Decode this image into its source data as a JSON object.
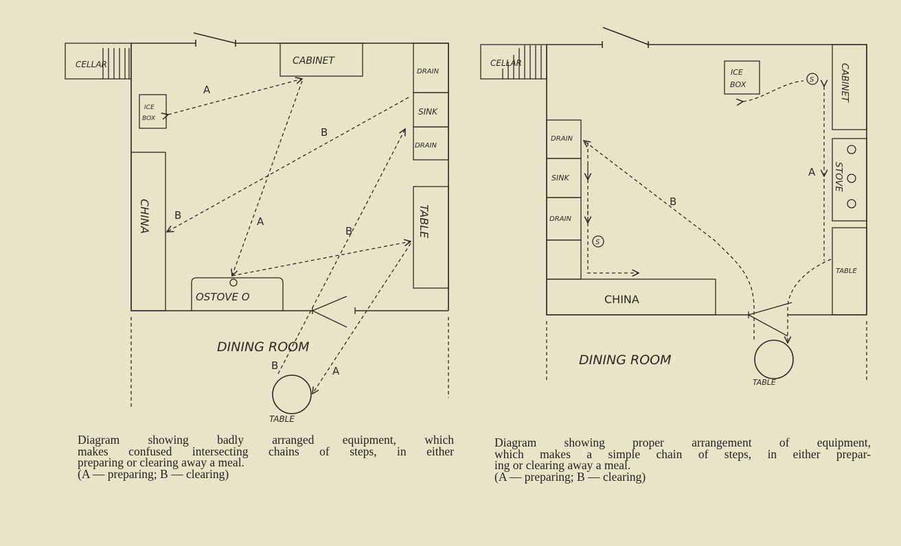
{
  "left_diagram": {
    "labels": {
      "cellar": "CELLAR",
      "cabinet": "CABINET",
      "drain1": "DRAIN",
      "sink": "SINK",
      "drain2": "DRAIN",
      "ice1": "ICE",
      "ice2": "BOX",
      "china": "CHINA",
      "table": "TABLE",
      "stove": "OSTOVE O",
      "dining_room": "DINING ROOM",
      "round_table": "TABLE"
    },
    "path_letters": [
      "A",
      "B",
      "B",
      "A",
      "B",
      "B",
      "A"
    ]
  },
  "right_diagram": {
    "labels": {
      "cellar": "CELLAR",
      "ice1": "ICE",
      "ice2": "BOX",
      "cabinet": "CABINET",
      "stove": "STOVE",
      "table": "TABLE",
      "drain1": "DRAIN",
      "sink": "SINK",
      "drain2": "DRAIN",
      "china": "CHINA",
      "dining_room": "DINING ROOM",
      "round_table": "TABLE",
      "s": "S"
    },
    "path_letters": [
      "A",
      "B"
    ]
  },
  "captions": {
    "left": [
      "Diagram showing badly arranged equipment, which",
      "makes confused intersecting chains of steps, in either",
      "preparing or clearing away a meal.",
      "(A — preparing;  B — clearing)"
    ],
    "right": [
      "Diagram showing proper arrangement of equipment,",
      "which makes a simple chain of steps, in either prepar-",
      "ing or clearing away a meal.",
      "(A — preparing;  B — clearing)"
    ]
  },
  "colors": {
    "paper": "#e7e5c7",
    "ink": "#2b2a22"
  }
}
